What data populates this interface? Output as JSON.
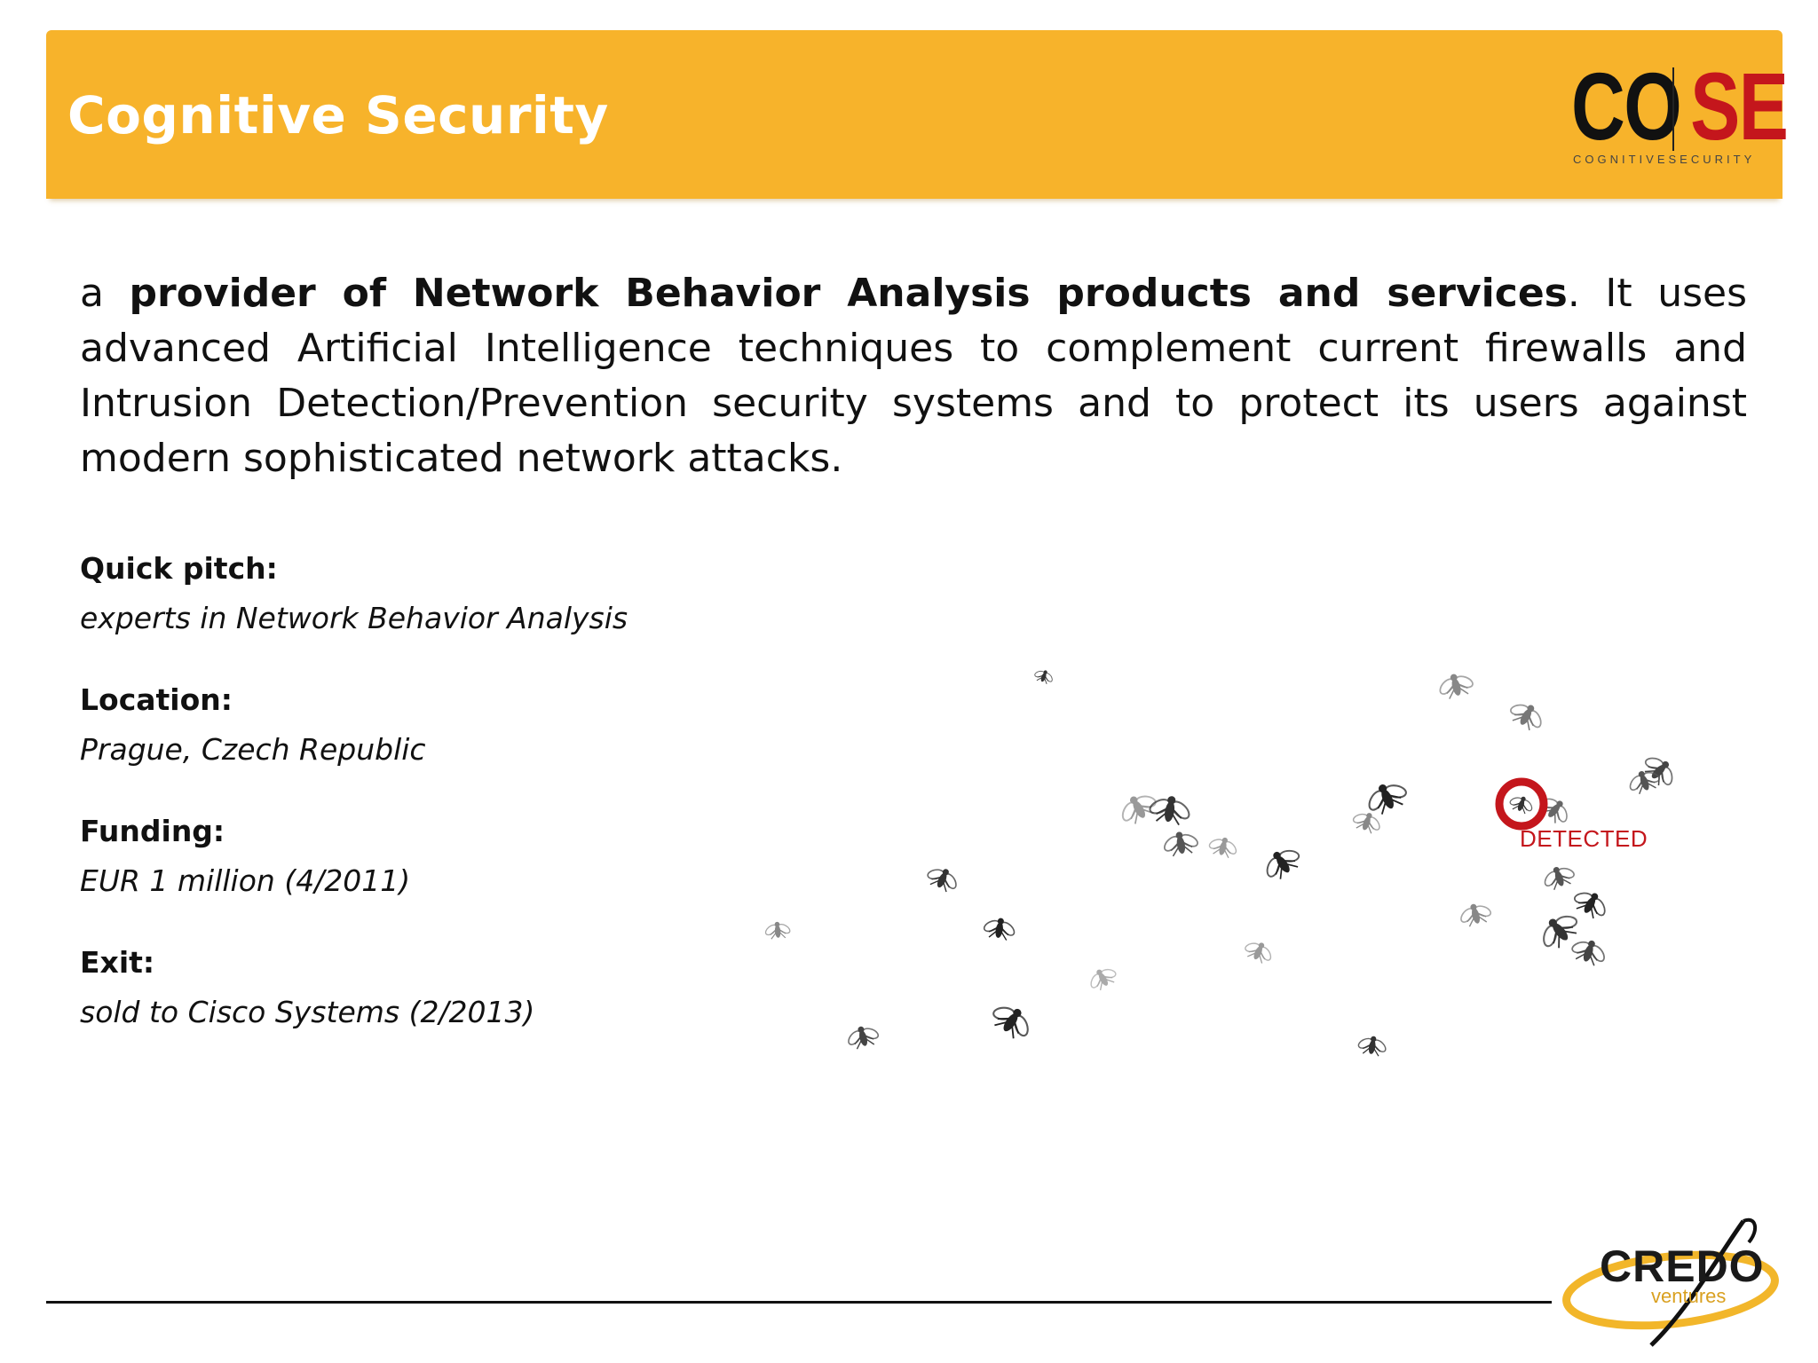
{
  "header": {
    "title": "Cognitive Security",
    "logo": {
      "part1": "CO",
      "part2": "SE",
      "tagline": "COGNITIVESECURITY",
      "color_dark": "#111111",
      "color_red": "#c4161c"
    },
    "bar_color": "#f7b32b"
  },
  "intro": {
    "lead": "a ",
    "bold": "provider of Network Behavior Analysis products and services",
    "rest": ". It uses advanced Artificial Intelligence techniques to complement current firewalls and Intrusion Detection/Prevention security systems and to protect its users against modern sophisticated network attacks."
  },
  "facts": [
    {
      "label": "Quick pitch:",
      "value": "experts in Network Behavior Analysis"
    },
    {
      "label": "Location:",
      "value": "Prague, Czech Republic"
    },
    {
      "label": "Funding:",
      "value": "EUR 1 million (4/2011)"
    },
    {
      "label": "Exit:",
      "value": "sold to Cisco Systems (2/2013)"
    }
  ],
  "illustration": {
    "detected_label": "DETECTED",
    "icon": "fly-icon"
  },
  "footer": {
    "logo": {
      "name": "CREDO",
      "sub": "ventures",
      "accent": "#d9a020"
    }
  }
}
